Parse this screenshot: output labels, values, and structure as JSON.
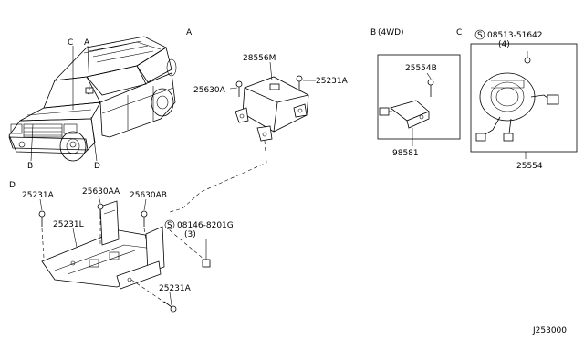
{
  "callouts": {
    "A": "A",
    "B": "B",
    "C": "C",
    "D": "D"
  },
  "sections": {
    "a": "A",
    "b": "B 4WD)",
    "c": "C",
    "d": "D"
  },
  "section_b_title": "B (4WD)",
  "parts": {
    "p28556M": "28556M",
    "p25630A": "25630A",
    "p25231A_top": "25231A",
    "p25554B": "25554B",
    "p98581": "98581",
    "p08513": "08513-51642",
    "p08513_qty": "(4)",
    "p25554": "25554",
    "p25231A_d": "25231A",
    "p25630AA": "25630AA",
    "p25630AB": "25630AB",
    "p25231L": "25231L",
    "p08146": "08146-8201G",
    "p08146_qty": "(3)",
    "p25231A_bottom": "25231A"
  },
  "screw_symbol": "S",
  "diagram_id": "J253000·"
}
